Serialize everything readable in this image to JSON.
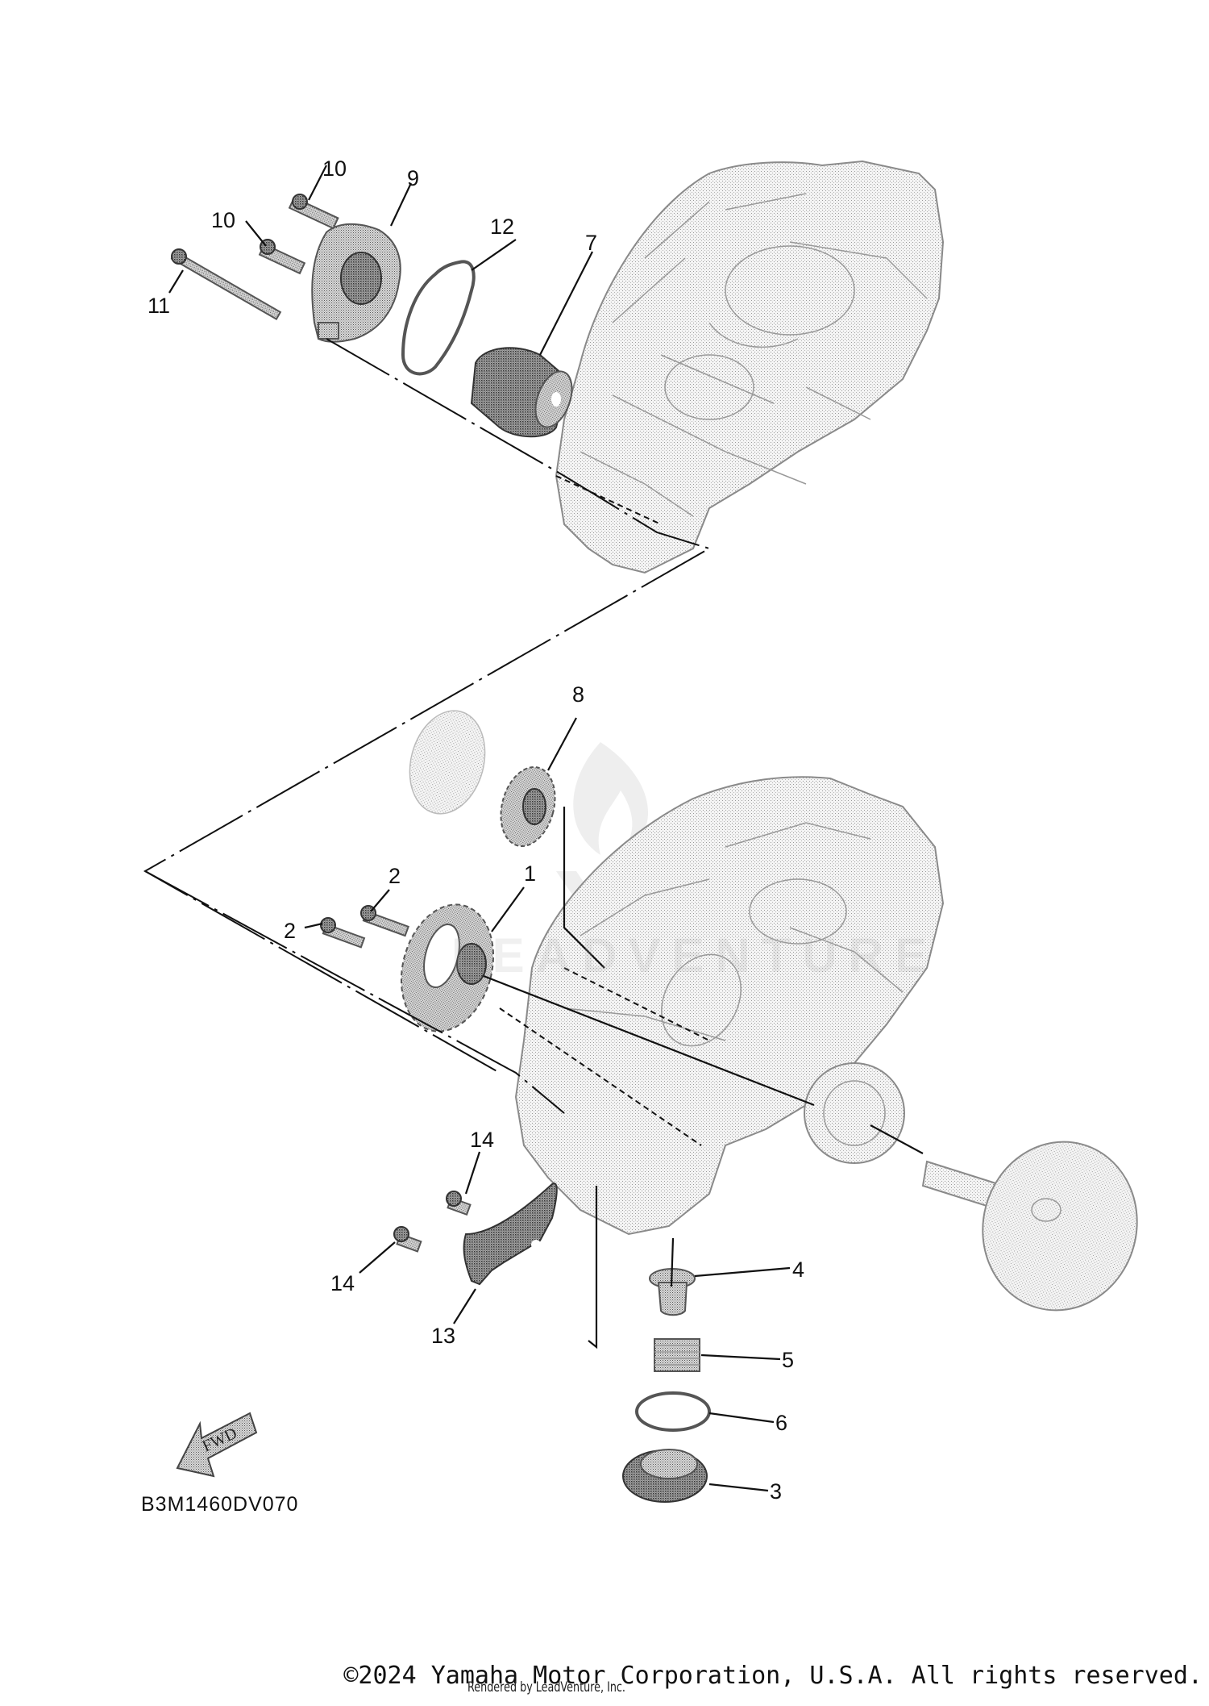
{
  "diagram": {
    "type": "exploded-parts-diagram",
    "figure_code": "B3M1460DV070",
    "direction_marker": {
      "label": "FWD",
      "icon": "forward-arrow-icon"
    },
    "callouts": [
      {
        "id": "1",
        "label": "1"
      },
      {
        "id": "2a",
        "label": "2"
      },
      {
        "id": "2b",
        "label": "2"
      },
      {
        "id": "3",
        "label": "3"
      },
      {
        "id": "4",
        "label": "4"
      },
      {
        "id": "5",
        "label": "5"
      },
      {
        "id": "6",
        "label": "6"
      },
      {
        "id": "7",
        "label": "7"
      },
      {
        "id": "8",
        "label": "8"
      },
      {
        "id": "9",
        "label": "9"
      },
      {
        "id": "10a",
        "label": "10"
      },
      {
        "id": "10b",
        "label": "10"
      },
      {
        "id": "11",
        "label": "11"
      },
      {
        "id": "12",
        "label": "12"
      },
      {
        "id": "13",
        "label": "13"
      },
      {
        "id": "14a",
        "label": "14"
      },
      {
        "id": "14b",
        "label": "14"
      }
    ]
  },
  "watermark": {
    "text": "LEADVENTURE"
  },
  "footer": {
    "copyright": "©2024 Yamaha Motor Corporation, U.S.A. All rights reserved.",
    "rendered_by": "Rendered by LeadVenture, Inc."
  }
}
